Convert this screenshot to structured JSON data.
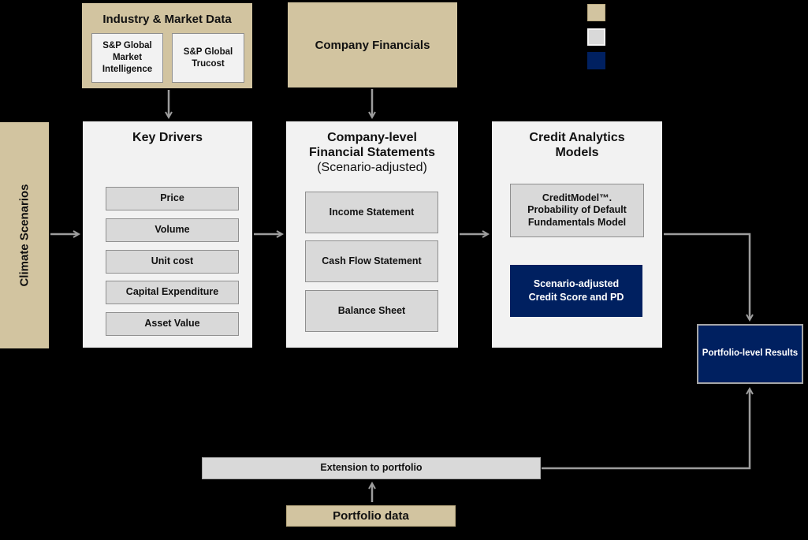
{
  "colors": {
    "tan": "#d2c4a0",
    "panel": "#f2f2f2",
    "gray_box": "#d9d9d9",
    "navy": "#002060",
    "arrow": "#9d9d9d",
    "background": "#000000"
  },
  "legend": {
    "swatches": [
      {
        "name": "tan-swatch",
        "color": "#d2c4a0"
      },
      {
        "name": "gray-swatch",
        "color": "#d9d9d9"
      },
      {
        "name": "navy-swatch",
        "color": "#002060"
      }
    ]
  },
  "inputs": {
    "industry_market_data": {
      "title": "Industry & Market Data",
      "source1": "S&P Global Market Intelligence",
      "source2": "S&P Global Trucost"
    },
    "company_financials": {
      "title": "Company Financials"
    },
    "climate_scenarios": {
      "title": "Climate Scenarios"
    },
    "portfolio_data": {
      "title": "Portfolio data"
    }
  },
  "key_drivers": {
    "title": "Key Drivers",
    "items": [
      "Price",
      "Volume",
      "Unit cost",
      "Capital Expenditure",
      "Asset Value"
    ]
  },
  "financial_statements": {
    "title_lines": [
      "Company-level",
      "Financial Statements"
    ],
    "subtitle": "(Scenario-adjusted)",
    "items": [
      "Income Statement",
      "Cash Flow Statement",
      "Balance Sheet"
    ]
  },
  "credit_analytics": {
    "title_lines": [
      "Credit Analytics",
      "Models"
    ],
    "model_lines": [
      "CreditModel™.",
      "Probability of Default",
      "Fundamentals Model"
    ],
    "output_lines": [
      "Scenario-adjusted",
      "Credit Score and PD"
    ]
  },
  "results": {
    "portfolio_level": "Portfolio-level Results",
    "extension": "Extension to portfolio"
  }
}
